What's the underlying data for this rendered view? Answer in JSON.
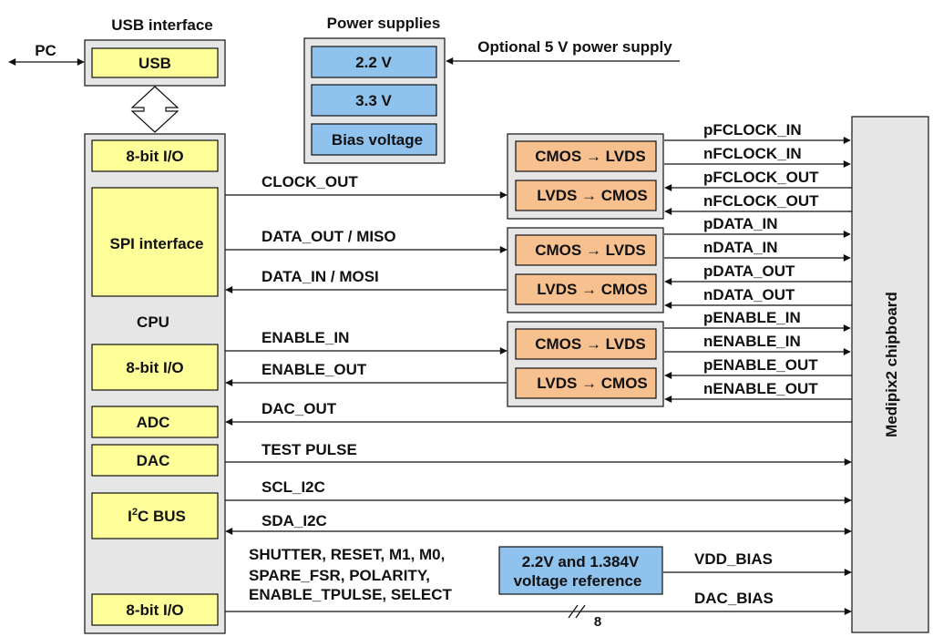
{
  "colors": {
    "gray_panel": "#e6e6e6",
    "yellow_box": "#ffff99",
    "blue_box": "#8fc2ec",
    "orange_box": "#f7c08f",
    "line": "#111111"
  },
  "usb": {
    "title": "USB interface",
    "pc_label": "PC",
    "usb_label": "USB"
  },
  "power": {
    "title": "Power supplies",
    "items": [
      "2.2 V",
      "3.3 V",
      "Bias voltage"
    ],
    "optional": "Optional 5 V power supply"
  },
  "cpu": {
    "label": "CPU",
    "blocks": [
      "8-bit I/O",
      "SPI interface",
      "8-bit I/O",
      "ADC",
      "DAC",
      "I2C BUS",
      "8-bit I/O"
    ],
    "i2c_prefix": "I",
    "i2c_sup": "2",
    "i2c_suffix": "C BUS"
  },
  "converters": {
    "cmos_lvds": "CMOS → LVDS",
    "lvds_cmos": "LVDS → CMOS"
  },
  "signals_left": [
    "CLOCK_OUT",
    "DATA_OUT / MISO",
    "DATA_IN / MOSI",
    "ENABLE_IN",
    "ENABLE_OUT",
    "DAC_OUT",
    "TEST PULSE",
    "SCL_I2C",
    "SDA_I2C"
  ],
  "signals_right": [
    "pFCLOCK_IN",
    "nFCLOCK_IN",
    "pFCLOCK_OUT",
    "nFCLOCK_OUT",
    "pDATA_IN",
    "nDATA_IN",
    "pDATA_OUT",
    "nDATA_OUT",
    "pENABLE_IN",
    "nENABLE_IN",
    "pENABLE_OUT",
    "nENABLE_OUT"
  ],
  "bottom": {
    "control_lines": [
      "SHUTTER, RESET, M1, M0,",
      "SPARE_FSR, POLARITY,",
      "ENABLE_TPULSE, SELECT"
    ],
    "vref_lines": [
      "2.2V and 1.384V",
      "voltage reference"
    ],
    "vdd_bias": "VDD_BIAS",
    "dac_bias": "DAC_BIAS",
    "bus_width": "8"
  },
  "chipboard": {
    "label": "Medipix2 chipboard"
  }
}
